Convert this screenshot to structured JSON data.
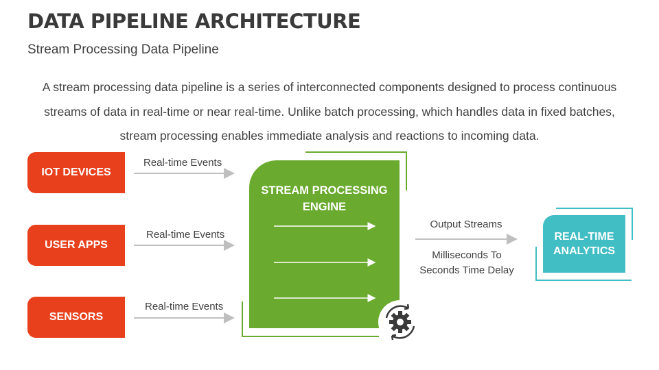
{
  "header": {
    "title": "DATA PIPELINE ARCHITECTURE",
    "subtitle": "Stream Processing Data Pipeline"
  },
  "description": "A stream processing data pipeline is a series of interconnected components designed to process continuous streams of data in real-time or near real-time. Unlike batch processing, which handles data in fixed batches, stream processing enables immediate analysis and reactions to incoming data.",
  "sources": [
    {
      "label": "IOT DEVICES",
      "edge_label": "Real-time Events"
    },
    {
      "label": "USER APPS",
      "edge_label": "Real-time Events"
    },
    {
      "label": "SENSORS",
      "edge_label": "Real-time Events"
    }
  ],
  "engine": {
    "title": "STREAM PROCESSING ENGINE",
    "icon": "gear-refresh-icon"
  },
  "output": {
    "edge_label": "Output Streams",
    "delay_label": "Milliseconds To Seconds Time Delay"
  },
  "sink": {
    "label": "REAL-TIME ANALYTICS"
  },
  "colors": {
    "source": "#e8401c",
    "engine": "#6aaa2e",
    "analytics": "#41bdc4",
    "arrow": "#bfbfbf"
  }
}
